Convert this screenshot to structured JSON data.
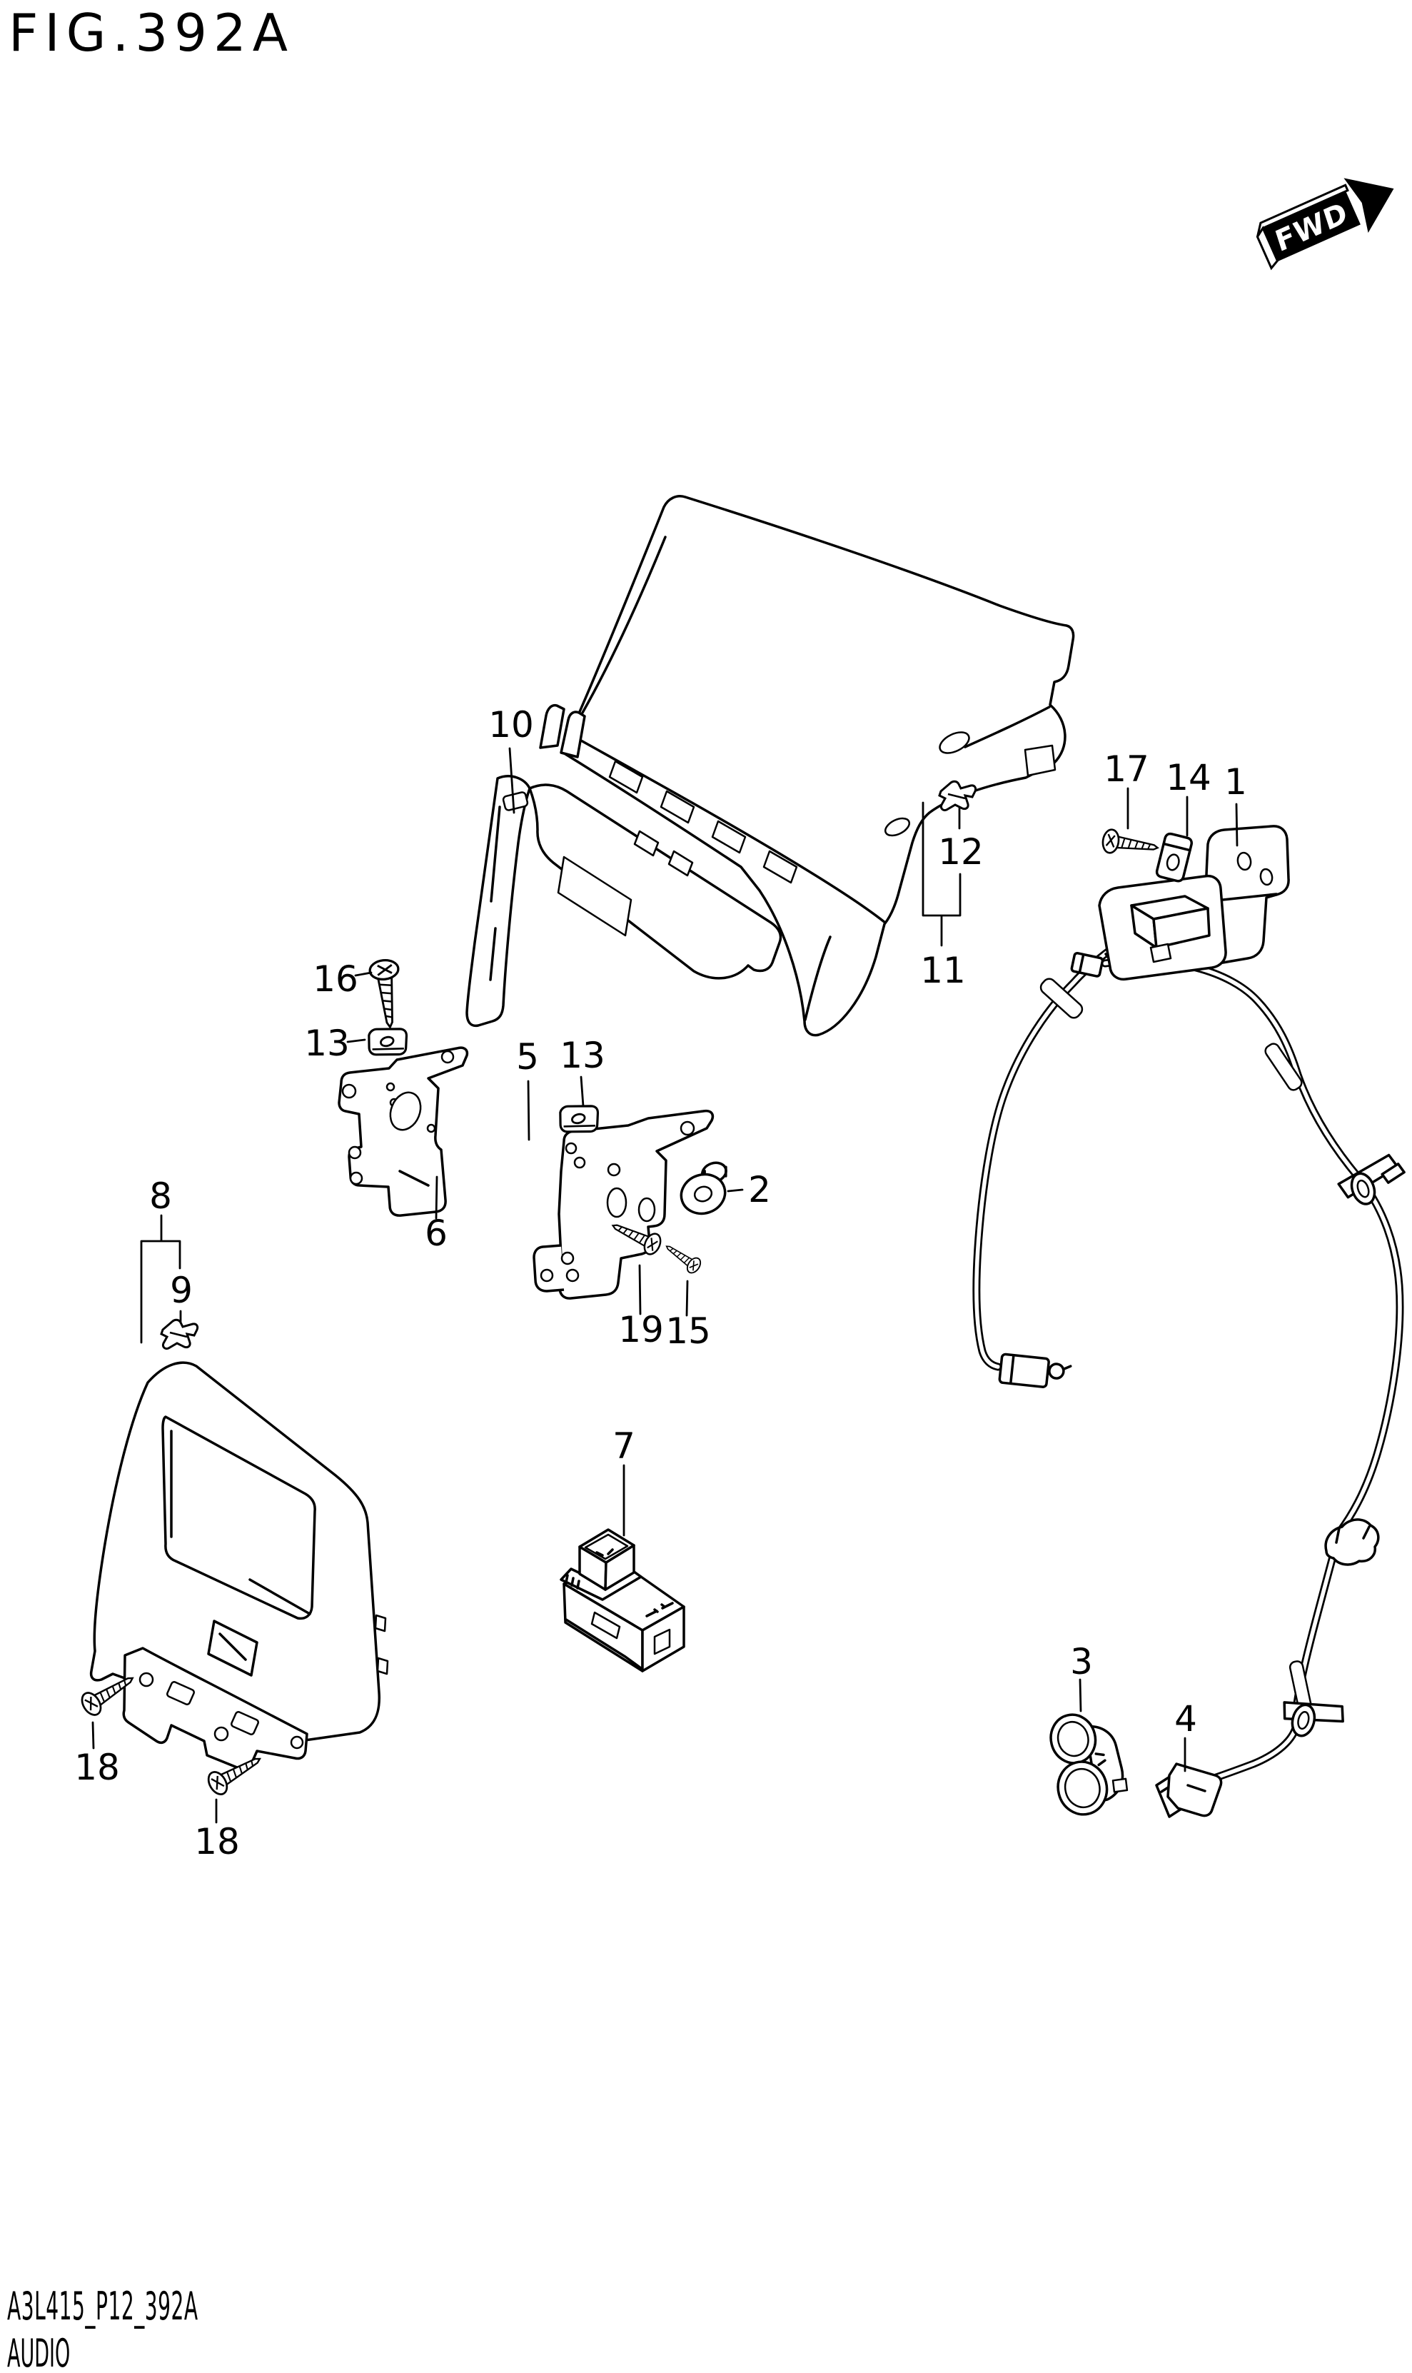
{
  "figure": {
    "title": "FIG.392A"
  },
  "direction_arrow": {
    "label": "FWD"
  },
  "footer": {
    "drawing_code": "A3L415_P12_392A",
    "section_label": "AUDIO"
  },
  "colors": {
    "ink": "#000000",
    "paper": "#ffffff"
  },
  "callouts": [
    {
      "text": "10"
    },
    {
      "text": "16"
    },
    {
      "text": "13"
    },
    {
      "text": "6"
    },
    {
      "text": "5"
    },
    {
      "text": "13"
    },
    {
      "text": "2"
    },
    {
      "text": "19"
    },
    {
      "text": "15"
    },
    {
      "text": "7"
    },
    {
      "text": "8"
    },
    {
      "text": "9"
    },
    {
      "text": "18"
    },
    {
      "text": "18"
    },
    {
      "text": "12"
    },
    {
      "text": "11"
    },
    {
      "text": "17"
    },
    {
      "text": "14"
    },
    {
      "text": "1"
    },
    {
      "text": "3"
    },
    {
      "text": "4"
    }
  ]
}
